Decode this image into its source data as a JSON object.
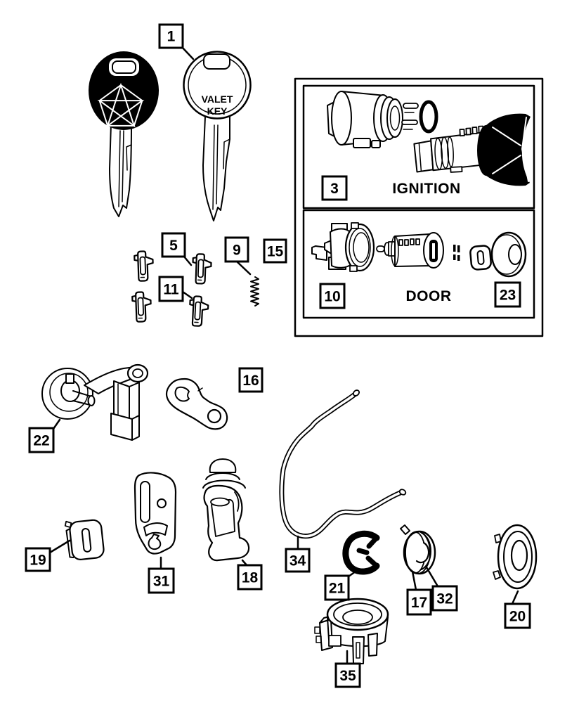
{
  "figure": {
    "background": "#ffffff",
    "line_color": "#000000"
  },
  "sections": {
    "ignition_label": "IGNITION",
    "door_label": "DOOR"
  },
  "valet_key": {
    "line1": "VALET",
    "line2": "KEY"
  },
  "callouts": {
    "c1": "1",
    "c3": "3",
    "c5": "5",
    "c9": "9",
    "c10": "10",
    "c11": "11",
    "c15": "15",
    "c16": "16",
    "c17": "17",
    "c18": "18",
    "c19": "19",
    "c20": "20",
    "c21": "21",
    "c22": "22",
    "c23": "23",
    "c31": "31",
    "c32": "32",
    "c34": "34",
    "c35": "35"
  }
}
